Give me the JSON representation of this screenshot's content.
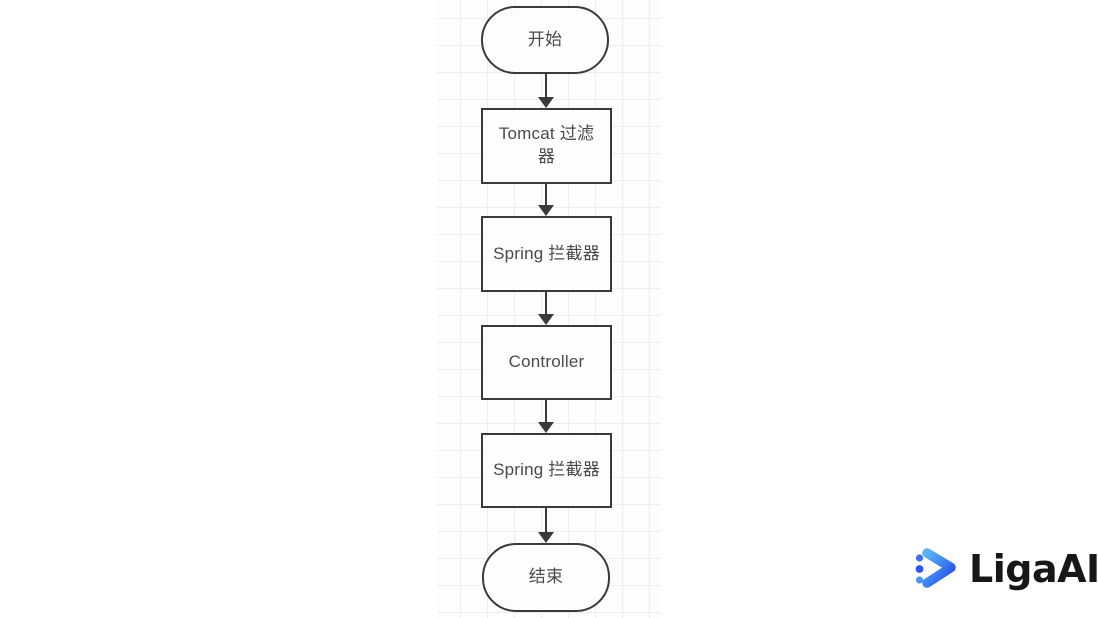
{
  "canvas": {
    "background_color": "#ffffff",
    "grid_color": "#eceeee",
    "grid_background": "#fdfdfd"
  },
  "diagram": {
    "type": "flowchart",
    "orientation": "vertical",
    "node_fill": "#fdfdfd",
    "node_stroke": "#3a3a3a",
    "text_color": "#4a4a4a",
    "nodes": [
      {
        "id": "start",
        "label": "开始",
        "shape": "terminator"
      },
      {
        "id": "tomcat",
        "label": "Tomcat 过滤器",
        "shape": "rectangle"
      },
      {
        "id": "spring1",
        "label": "Spring 拦截器",
        "shape": "rectangle"
      },
      {
        "id": "controller",
        "label": "Controller",
        "shape": "rectangle"
      },
      {
        "id": "spring2",
        "label": "Spring 拦截器",
        "shape": "rectangle"
      },
      {
        "id": "end",
        "label": "结束",
        "shape": "terminator"
      }
    ],
    "edges": [
      {
        "from": "start",
        "to": "tomcat",
        "arrow": "down"
      },
      {
        "from": "tomcat",
        "to": "spring1",
        "arrow": "down"
      },
      {
        "from": "spring1",
        "to": "controller",
        "arrow": "down"
      },
      {
        "from": "controller",
        "to": "spring2",
        "arrow": "down"
      },
      {
        "from": "spring2",
        "to": "end",
        "arrow": "down"
      }
    ]
  },
  "watermark": {
    "name": "LigaAI",
    "wordmark_color": "#17171a",
    "mark_color_light": "#4da3f5",
    "mark_color_dark": "#2b4fe8"
  }
}
